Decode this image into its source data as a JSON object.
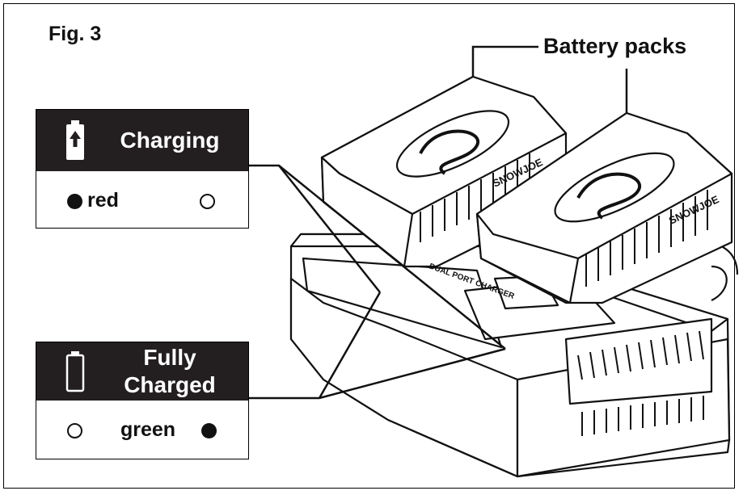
{
  "figure": {
    "label": "Fig. 3"
  },
  "callout": {
    "battery_packs": "Battery packs"
  },
  "charging": {
    "title": "Charging",
    "icon": "battery-charging-icon",
    "left_indicator": "filled",
    "color_word": "red",
    "right_indicator": "open"
  },
  "fully_charged": {
    "title_line1": "Fully",
    "title_line2": "Charged",
    "icon": "battery-empty-icon",
    "left_indicator": "open",
    "color_word": "green",
    "right_indicator": "filled"
  },
  "product": {
    "brand": "SNOWJOE",
    "charger_text": "DUAL PORT CHARGER"
  },
  "colors": {
    "header_bg": "#231f20",
    "ink": "#111111",
    "paper": "#ffffff"
  }
}
